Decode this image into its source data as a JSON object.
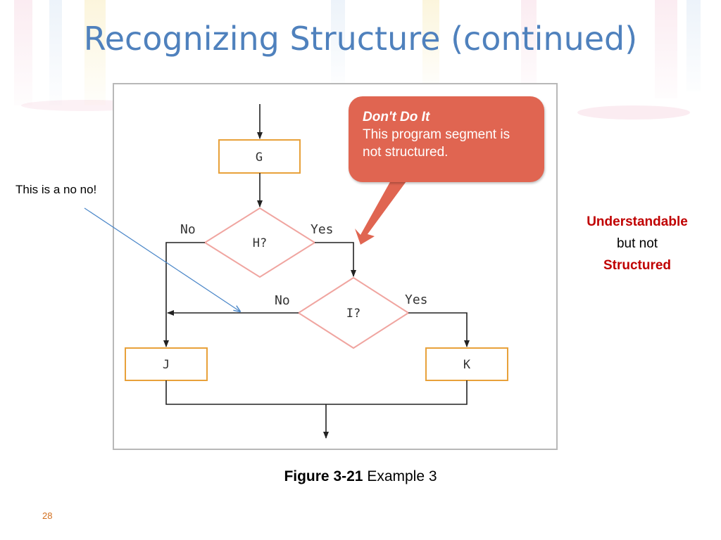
{
  "slide": {
    "title": "Recognizing Structure (continued)",
    "slide_number": "28"
  },
  "annotation": {
    "text": "This is a no no!"
  },
  "side_note": {
    "line1": "Understandable",
    "line2": "but not",
    "line3": "Structured"
  },
  "callout": {
    "heading": "Don't Do It",
    "text": "This program segment is not structured."
  },
  "flowchart": {
    "nodes": {
      "g": "G",
      "h": "H?",
      "i": "I?",
      "j": "J",
      "k": "K"
    },
    "labels": {
      "h_no": "No",
      "h_yes": "Yes",
      "i_no": "No",
      "i_yes": "Yes"
    }
  },
  "caption": {
    "figure_number": "Figure 3-21",
    "figure_title": "Example 3"
  },
  "colors": {
    "title": "#4f81bd",
    "box_border": "#e8a13a",
    "diamond_border": "#f0a5a0",
    "callout_fill": "#e06551",
    "emphasis_red": "#c00000",
    "slide_number": "#d26f1e",
    "pointer_line": "#4a86c8"
  }
}
